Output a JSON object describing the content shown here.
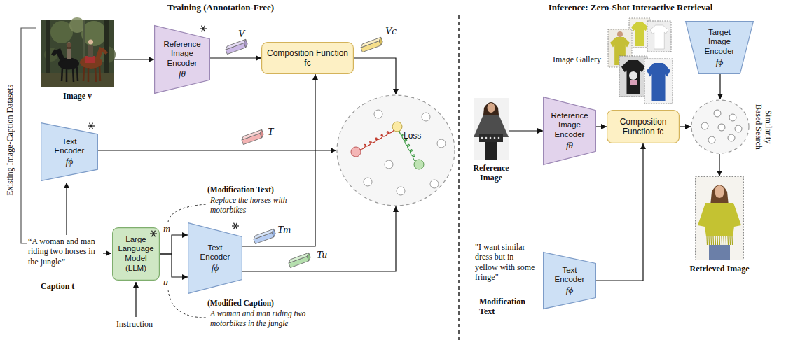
{
  "diagram": {
    "nodes": [
      {
        "text": [
          "Image v"
        ]
      },
      {
        "text": [
          "Reference Image Encoder",
          "fθ"
        ]
      },
      {
        "text": [
          "Composition Function fc"
        ]
      },
      {
        "text": [
          "Loss"
        ]
      },
      {
        "text": [
          "Text Encoder",
          "fϕ"
        ]
      },
      {
        "text": [
          "Large Language Model (LLM)"
        ]
      },
      {
        "text": [
          "Text Encoder",
          "fϕ"
        ]
      },
      {
        "text": [
          "Image Gallery"
        ]
      },
      {
        "text": [
          "Target Image Encoder",
          "fϕ"
        ]
      },
      {
        "text": [
          "Reference Image"
        ]
      },
      {
        "text": [
          "Reference Image Encoder",
          "fθ"
        ]
      },
      {
        "text": [
          "Composition Function fc"
        ]
      },
      {
        "text": [
          "Similarity Based Search"
        ]
      },
      {
        "text": [
          "Retrieved Image"
        ]
      },
      {
        "text": [
          "Text Encoder",
          "fϕ"
        ]
      }
    ],
    "edges": [
      {
        "from": 0,
        "to": 1,
        "arrow": "to"
      },
      {
        "from": 1,
        "to": 2,
        "arrow": "to"
      },
      {
        "from": 2,
        "to": 3,
        "arrow": "to"
      },
      {
        "from": 4,
        "to": 3,
        "arrow": "to"
      },
      {
        "from": 5,
        "to": 6,
        "label": "m",
        "arrow": "to"
      },
      {
        "from": 5,
        "to": 6,
        "label": "u",
        "arrow": "to"
      },
      {
        "from": 6,
        "to": 2,
        "arrow": "to"
      },
      {
        "from": 6,
        "to": 3,
        "arrow": "to"
      },
      {
        "from": 8,
        "to": 12,
        "arrow": "to"
      },
      {
        "from": 9,
        "to": 10,
        "arrow": "to"
      },
      {
        "from": 10,
        "to": 11,
        "arrow": "to"
      },
      {
        "from": 14,
        "to": 11,
        "arrow": "to"
      },
      {
        "from": 11,
        "to": 12,
        "arrow": "to"
      },
      {
        "from": 12,
        "to": 13,
        "arrow": "to"
      }
    ],
    "labels": [
      "Training (Annotation-Free)",
      "Inference: Zero-Shot Interactive Retrieval",
      "Existing Image-Caption Datasets",
      "V",
      "Vc",
      "T",
      "“A woman and man riding two horses in the jungle”",
      "Caption t",
      "Instruction",
      "(Modification Text)",
      "Replace the horses with motorbikes",
      "Tm",
      "Tu",
      "(Modified Caption)",
      "A woman and man riding two motorbikes in the jungle",
      "\"I want similar dress but in yellow with some fringe\"",
      "Modification Text"
    ]
  }
}
